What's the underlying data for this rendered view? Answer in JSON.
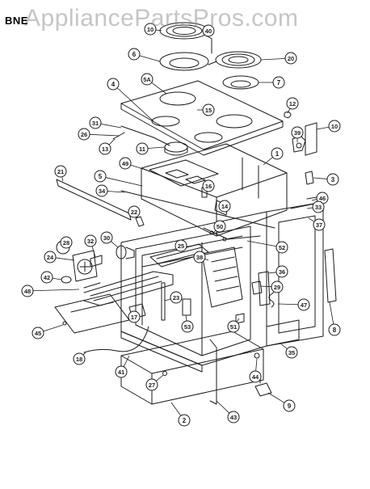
{
  "header": {
    "model_label": "BNE",
    "watermark": "AppliancePartsPros.com"
  },
  "callouts": [
    "10",
    "40",
    "6",
    "20",
    "5A",
    "7",
    "4",
    "15",
    "12",
    "31",
    "26",
    "13",
    "11",
    "39",
    "10",
    "1",
    "49",
    "5",
    "21",
    "34",
    "16",
    "3",
    "14",
    "46",
    "33",
    "22",
    "50",
    "37",
    "28",
    "30",
    "25",
    "52",
    "32",
    "24",
    "38",
    "36",
    "42",
    "48",
    "23",
    "29",
    "47",
    "53",
    "8",
    "51",
    "45",
    "35",
    "17",
    "18",
    "41",
    "44",
    "27",
    "9",
    "43",
    "2"
  ],
  "colors": {
    "ink": "#1a1a1a",
    "background": "#ffffff"
  }
}
